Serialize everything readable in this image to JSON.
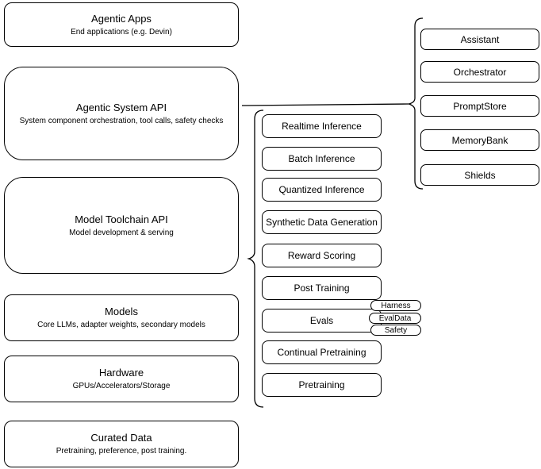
{
  "diagram": {
    "background": "#ffffff",
    "stroke_color": "#000000",
    "left_stack": [
      {
        "title": "Agentic Apps",
        "subtitle": "End applications (e.g. Devin)"
      },
      {
        "title": "Agentic System API",
        "subtitle": "System component orchestration, tool calls, safety checks"
      },
      {
        "title": "Model Toolchain API",
        "subtitle": "Model development & serving"
      },
      {
        "title": "Models",
        "subtitle": "Core LLMs, adapter weights, secondary models"
      },
      {
        "title": "Hardware",
        "subtitle": "GPUs/Accelerators/Storage"
      },
      {
        "title": "Curated Data",
        "subtitle": "Pretraining, preference, post training."
      }
    ],
    "toolchain_group": {
      "items": [
        "Realtime Inference",
        "Batch Inference",
        "Quantized Inference",
        "Synthetic Data Generation",
        "Reward Scoring",
        "Post Training",
        "Evals",
        "Continual Pretraining",
        "Pretraining"
      ],
      "eval_tags": [
        "Harness",
        "EvalData",
        "Safety"
      ]
    },
    "system_group": {
      "items": [
        "Assistant",
        "Orchestrator",
        "PromptStore",
        "MemoryBank",
        "Shields"
      ]
    }
  }
}
